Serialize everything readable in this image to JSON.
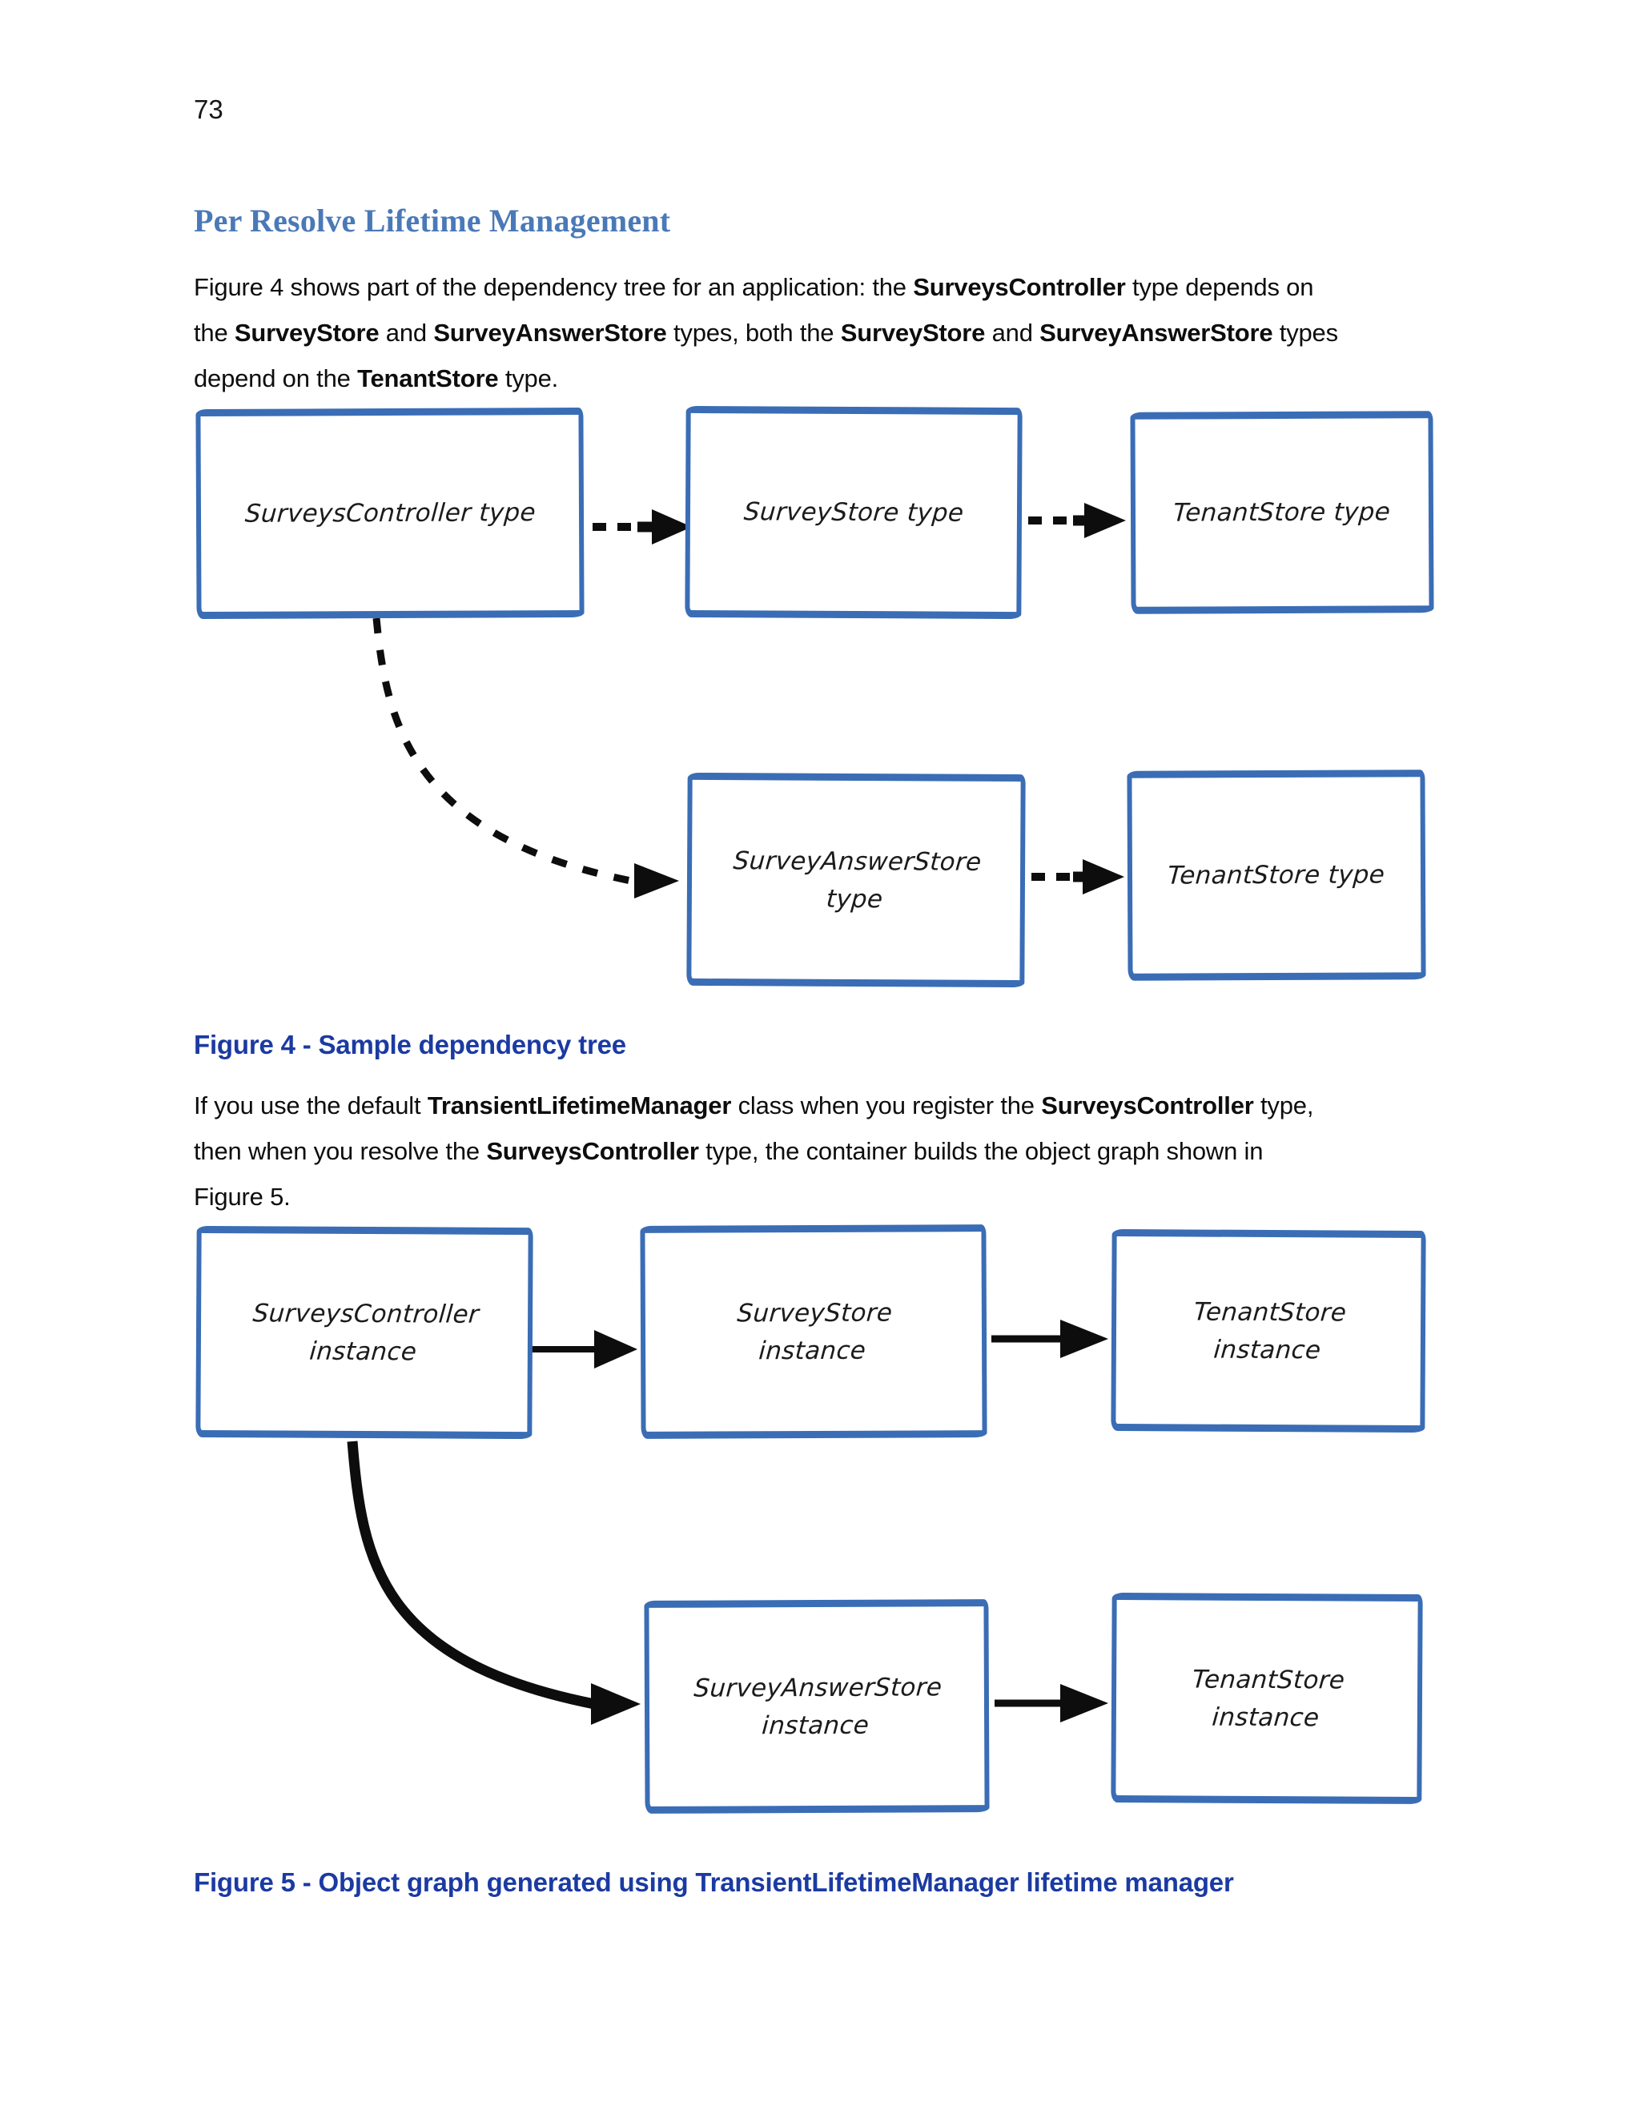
{
  "colors": {
    "heading": "#4a79b8",
    "caption": "#1b3aa2",
    "box_border": "#3a6db5",
    "arrow": "#0d0d0d"
  },
  "page": {
    "number": "73"
  },
  "heading": "Per Resolve Lifetime Management",
  "paragraphs": {
    "p1": [
      [
        {
          "t": "Figure 4 shows part of the dependency tree for an application: the "
        },
        {
          "t": "SurveysController",
          "b": 1
        },
        {
          "t": " type depends on"
        }
      ],
      [
        {
          "t": "the "
        },
        {
          "t": "SurveyStore",
          "b": 1
        },
        {
          "t": " and "
        },
        {
          "t": "SurveyAnswerStore",
          "b": 1
        },
        {
          "t": " types, both the "
        },
        {
          "t": "SurveyStore",
          "b": 1
        },
        {
          "t": " and "
        },
        {
          "t": "SurveyAnswerStore",
          "b": 1
        },
        {
          "t": " types"
        }
      ],
      [
        {
          "t": "depend on the "
        },
        {
          "t": "TenantStore",
          "b": 1
        },
        {
          "t": " type."
        }
      ]
    ],
    "p2": [
      [
        {
          "t": "If you use the default "
        },
        {
          "t": "TransientLifetimeManager",
          "b": 1
        },
        {
          "t": " class when you register the "
        },
        {
          "t": "SurveysController",
          "b": 1
        },
        {
          "t": " type,"
        }
      ],
      [
        {
          "t": "then when you resolve the "
        },
        {
          "t": "SurveysController",
          "b": 1
        },
        {
          "t": " type, the container builds the object graph shown in"
        }
      ],
      [
        {
          "t": "Figure 5."
        }
      ]
    ]
  },
  "figure4": {
    "caption": "Figure 4 - Sample dependency tree",
    "boxes": [
      {
        "label": "SurveysController type"
      },
      {
        "label": "SurveyStore type"
      },
      {
        "label": "TenantStore type"
      },
      {
        "label": "SurveyAnswerStore\ntype"
      },
      {
        "label": "TenantStore type"
      }
    ],
    "arrow_style": "dashed"
  },
  "figure5": {
    "caption": "Figure 5 - Object graph generated using TransientLifetimeManager lifetime manager",
    "boxes": [
      {
        "label": "SurveysController\ninstance"
      },
      {
        "label": "SurveyStore\ninstance"
      },
      {
        "label": "TenantStore\ninstance"
      },
      {
        "label": "SurveyAnswerStore\ninstance"
      },
      {
        "label": "TenantStore\ninstance"
      }
    ],
    "arrow_style": "solid"
  }
}
